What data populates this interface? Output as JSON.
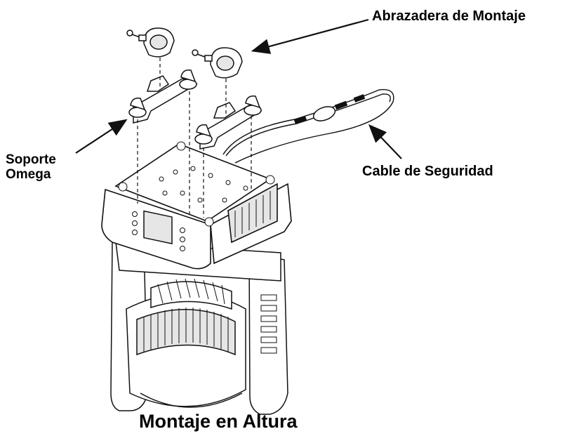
{
  "labels": {
    "mounting_clamp": "Abrazadera de Montaje",
    "omega_bracket_line1": "Soporte",
    "omega_bracket_line2": "Omega",
    "safety_cable": "Cable de Seguridad",
    "title": "Montaje en Altura"
  },
  "colors": {
    "line": "#111111",
    "background": "#ffffff",
    "shade": "#e6e6e6"
  }
}
